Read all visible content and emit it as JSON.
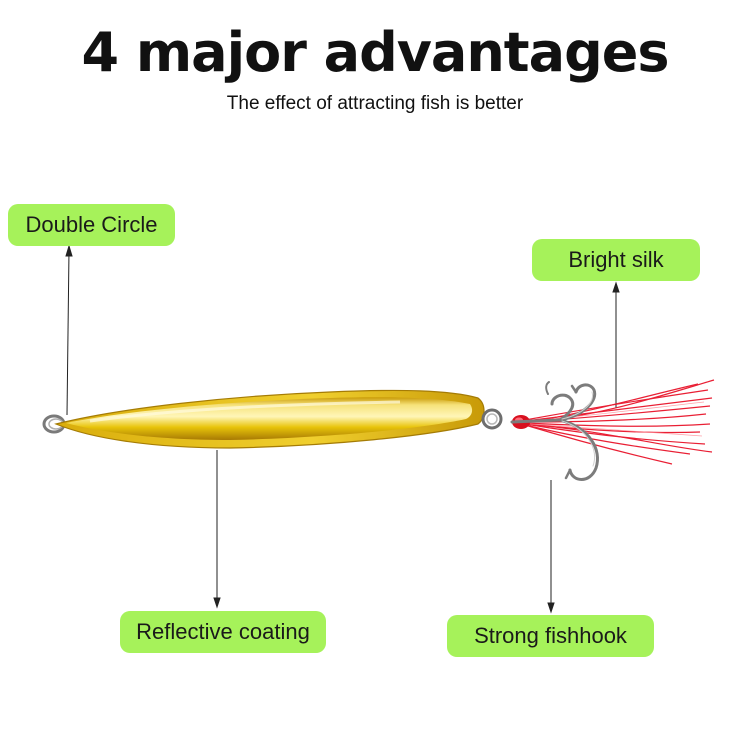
{
  "headline": "4 major advantages",
  "subheadline": "The effect of attracting fish is better",
  "callouts": {
    "double_circle": "Double Circle",
    "bright_silk": "Bright silk",
    "reflective_coating": "Reflective coating",
    "strong_fishhook": "Strong fishhook"
  },
  "colors": {
    "callout_fill": "#a6f25a",
    "lure_gold": "#e8c40a",
    "silk_red": "#e8142a",
    "hook_silver": "#8a8a8a",
    "text": "#111111"
  },
  "icons": {
    "lure": "spoon-lure-illustration",
    "hook": "treble-hook-icon"
  }
}
